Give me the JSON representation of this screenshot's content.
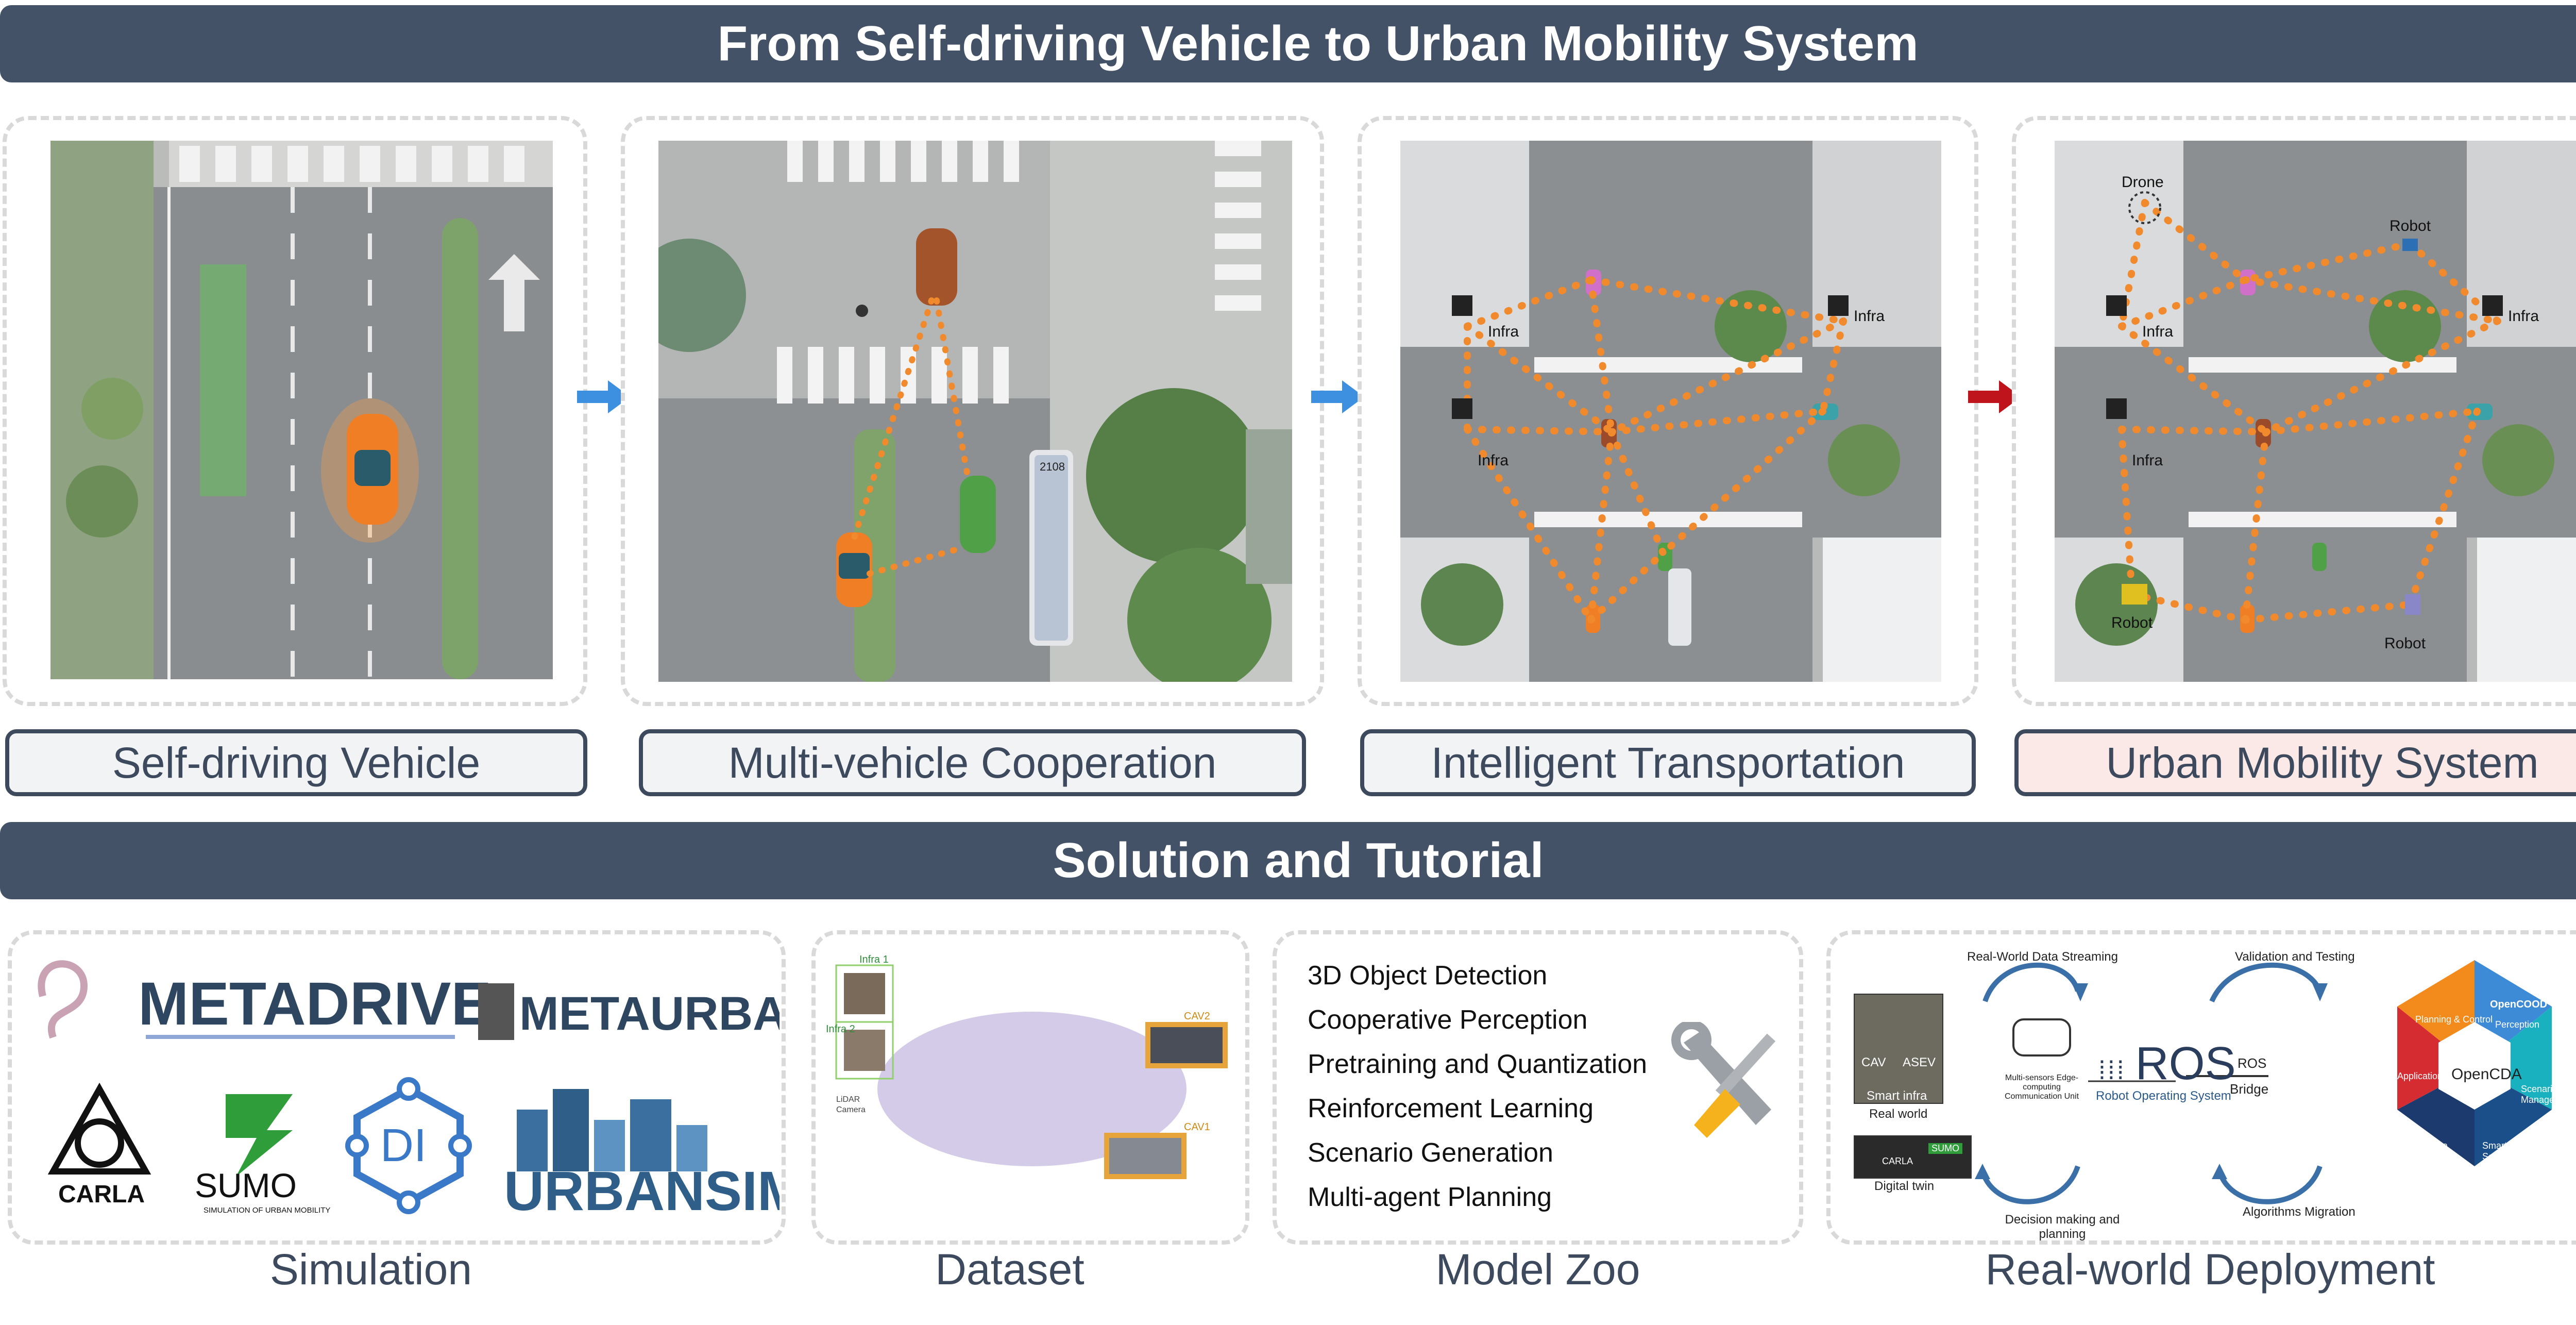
{
  "titles": {
    "top": "From Self-driving Vehicle to Urban Mobility System",
    "bottom": "Solution and Tutorial"
  },
  "stages": [
    {
      "label": "Self-driving Vehicle"
    },
    {
      "label": "Multi-vehicle Cooperation"
    },
    {
      "label": "Intelligent Transportation"
    },
    {
      "label": "Urban Mobility System"
    }
  ],
  "map_tags": {
    "infra": "Infra",
    "drone": "Drone",
    "robot": "Robot",
    "bus_number": "2108"
  },
  "solutions": {
    "simulation": {
      "caption": "Simulation",
      "logos": [
        "METADRIVE",
        "METAURBAN",
        "CARLA",
        "SUMO",
        "SIMULATION OF URBAN MOBILITY",
        "DI",
        "URBANSIM"
      ]
    },
    "dataset": {
      "caption": "Dataset",
      "labels": [
        "Infra 1",
        "Infra 2",
        "CAV2",
        "CAV1",
        "LiDAR",
        "Camera"
      ]
    },
    "model_zoo": {
      "caption": "Model Zoo",
      "items": [
        "3D Object Detection",
        "Cooperative Perception",
        "Pretraining and Quantization",
        "Reinforcement Learning",
        "Scenario Generation",
        "Multi-agent Planning"
      ]
    },
    "deployment": {
      "caption": "Real-world Deployment",
      "flow_labels": {
        "streaming": "Real-World Data Streaming",
        "validation": "Validation and Testing",
        "decision": "Decision making and planning",
        "migration": "Algorithms Migration",
        "real_world": "Real world",
        "digital_twin": "Digital twin",
        "cav": "CAV",
        "asev": "ASEV",
        "smart_infra": "Smart infra",
        "unit": "Multi-sensors Edge-computing Communication Unit",
        "ros": "ROS",
        "ros_sub": "Robot Operating System",
        "bridge_ros": "ROS",
        "bridge": "Bridge",
        "carla": "CARLA",
        "sumo": "SUMO"
      },
      "opencda": {
        "center": "OpenCDA",
        "segments": [
          "Planning & Control",
          "Perception",
          "Scenario Manager",
          "Smart Infra Services",
          "Data Loader",
          "Application"
        ],
        "logo": "OpenCOOD"
      }
    }
  },
  "colors": {
    "banner": "#445268",
    "blue_arrow": "#3d8fe0",
    "red_arrow": "#c0141c",
    "orange": "#f08a2c",
    "highlight_box": "#fbe9e7"
  }
}
